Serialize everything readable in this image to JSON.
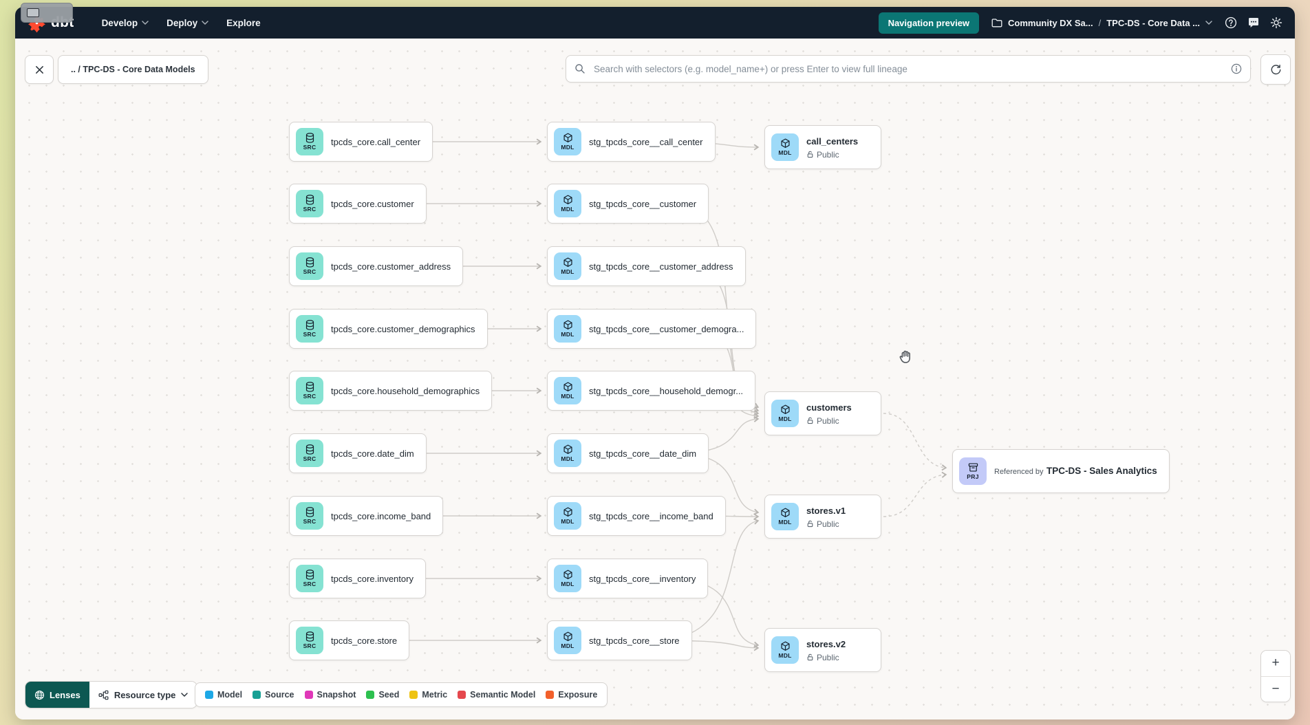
{
  "navbar": {
    "brand": "dbt",
    "nav_items": [
      {
        "label": "Develop"
      },
      {
        "label": "Deploy"
      },
      {
        "label": "Explore"
      }
    ],
    "preview_button_label": "Navigation preview",
    "breadcrumb_project": "Community DX Sa...",
    "breadcrumb_separator": "/",
    "breadcrumb_page": "TPC-DS - Core Data ..."
  },
  "toolbar": {
    "back_chip_label": ".. / TPC-DS - Core Data Models",
    "search_placeholder": "Search with selectors (e.g. model_name+) or press Enter to view full lineage"
  },
  "graph": {
    "sources": [
      {
        "badge": "SRC",
        "label": "tpcds_core.call_center"
      },
      {
        "badge": "SRC",
        "label": "tpcds_core.customer"
      },
      {
        "badge": "SRC",
        "label": "tpcds_core.customer_address"
      },
      {
        "badge": "SRC",
        "label": "tpcds_core.customer_demographics"
      },
      {
        "badge": "SRC",
        "label": "tpcds_core.household_demographics"
      },
      {
        "badge": "SRC",
        "label": "tpcds_core.date_dim"
      },
      {
        "badge": "SRC",
        "label": "tpcds_core.income_band"
      },
      {
        "badge": "SRC",
        "label": "tpcds_core.inventory"
      },
      {
        "badge": "SRC",
        "label": "tpcds_core.store"
      }
    ],
    "staging": [
      {
        "badge": "MDL",
        "label": "stg_tpcds_core__call_center"
      },
      {
        "badge": "MDL",
        "label": "stg_tpcds_core__customer"
      },
      {
        "badge": "MDL",
        "label": "stg_tpcds_core__customer_address"
      },
      {
        "badge": "MDL",
        "label": "stg_tpcds_core__customer_demogra..."
      },
      {
        "badge": "MDL",
        "label": "stg_tpcds_core__household_demogr..."
      },
      {
        "badge": "MDL",
        "label": "stg_tpcds_core__date_dim"
      },
      {
        "badge": "MDL",
        "label": "stg_tpcds_core__income_band"
      },
      {
        "badge": "MDL",
        "label": "stg_tpcds_core__inventory"
      },
      {
        "badge": "MDL",
        "label": "stg_tpcds_core__store"
      }
    ],
    "marts": [
      {
        "badge": "MDL",
        "label": "call_centers",
        "access": "Public"
      },
      {
        "badge": "MDL",
        "label": "customers",
        "access": "Public"
      },
      {
        "badge": "MDL",
        "label": "stores.v1",
        "access": "Public"
      },
      {
        "badge": "MDL",
        "label": "stores.v2",
        "access": "Public"
      }
    ],
    "project_ref": {
      "badge": "PRJ",
      "caption": "Referenced by",
      "label": "TPC-DS - Sales Analytics"
    }
  },
  "footer": {
    "lenses_label": "Lenses",
    "resource_type_label": "Resource type",
    "legend": [
      {
        "label": "Model",
        "color": "#1da8e6"
      },
      {
        "label": "Source",
        "color": "#17a094"
      },
      {
        "label": "Snapshot",
        "color": "#e038b8"
      },
      {
        "label": "Seed",
        "color": "#2dc04f"
      },
      {
        "label": "Metric",
        "color": "#eec312"
      },
      {
        "label": "Semantic Model",
        "color": "#e5484d"
      },
      {
        "label": "Exposure",
        "color": "#f2602b"
      }
    ]
  },
  "zoom_controls": {
    "zoom_in": "+",
    "zoom_out": "−"
  },
  "icons": {
    "search": "magnifier",
    "info": "circle-i",
    "refresh": "circular-arrow",
    "close": "x",
    "folder": "folder",
    "help": "circle-question",
    "feedback": "speech-bubble",
    "settings": "gear",
    "lenses": "sphere-grid",
    "resource_type": "hierarchy",
    "lock_open": "unlocked-padlock",
    "src_node": "database-cylinder",
    "mdl_node": "cube",
    "prj_node": "archive-box",
    "cursor": "grab-hand",
    "chevron": "chevron-down"
  }
}
